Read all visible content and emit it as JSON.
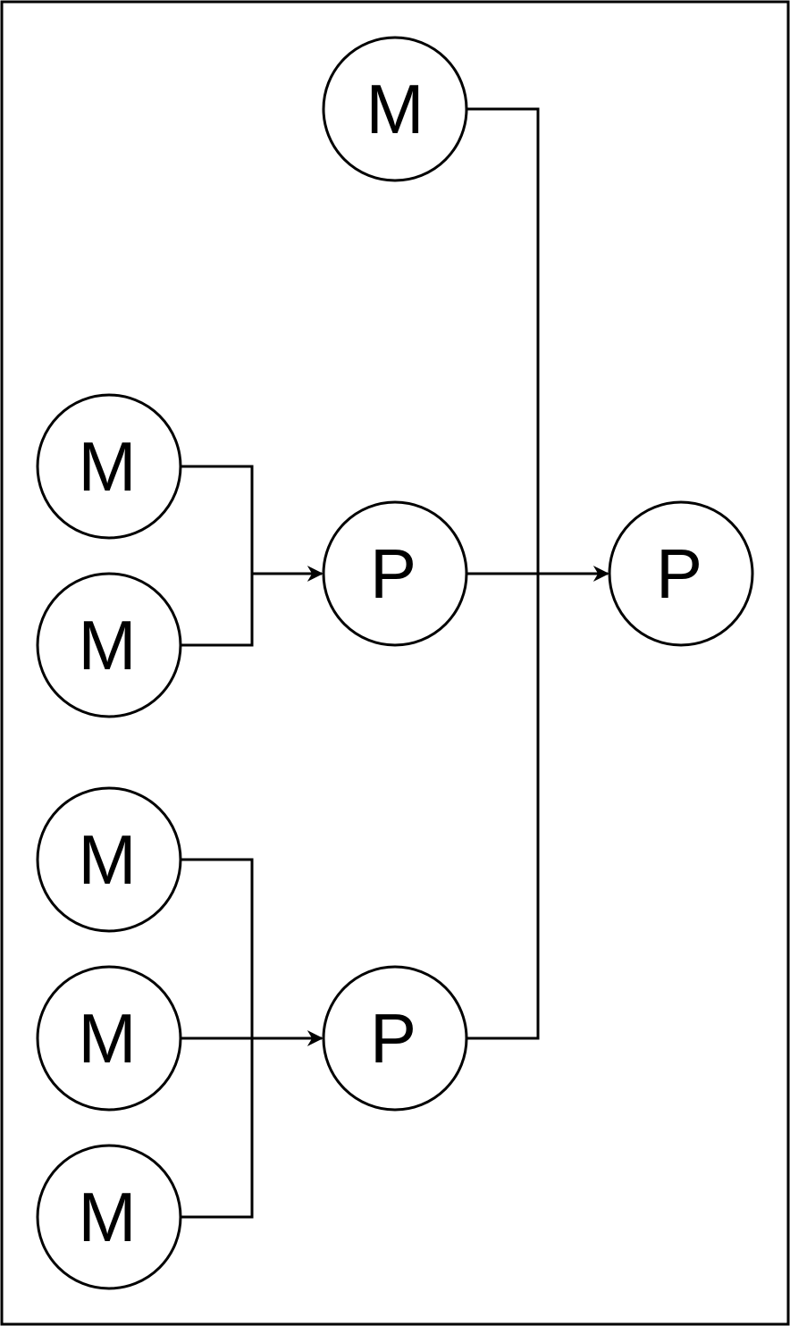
{
  "diagram": {
    "nodes": [
      {
        "id": "m-top",
        "label": "M"
      },
      {
        "id": "m-1",
        "label": "M"
      },
      {
        "id": "m-2",
        "label": "M"
      },
      {
        "id": "m-3",
        "label": "M"
      },
      {
        "id": "m-4",
        "label": "M"
      },
      {
        "id": "m-5",
        "label": "M"
      },
      {
        "id": "p-upper",
        "label": "P"
      },
      {
        "id": "p-lower",
        "label": "P"
      },
      {
        "id": "p-final",
        "label": "P"
      }
    ],
    "edges": [
      {
        "from": "m-1",
        "to": "p-upper"
      },
      {
        "from": "m-2",
        "to": "p-upper"
      },
      {
        "from": "m-3",
        "to": "p-lower"
      },
      {
        "from": "m-4",
        "to": "p-lower"
      },
      {
        "from": "m-5",
        "to": "p-lower"
      },
      {
        "from": "m-top",
        "to": "p-final"
      },
      {
        "from": "p-upper",
        "to": "p-final"
      },
      {
        "from": "p-lower",
        "to": "p-final"
      }
    ],
    "colors": {
      "stroke": "#000000",
      "fill": "#ffffff"
    }
  }
}
